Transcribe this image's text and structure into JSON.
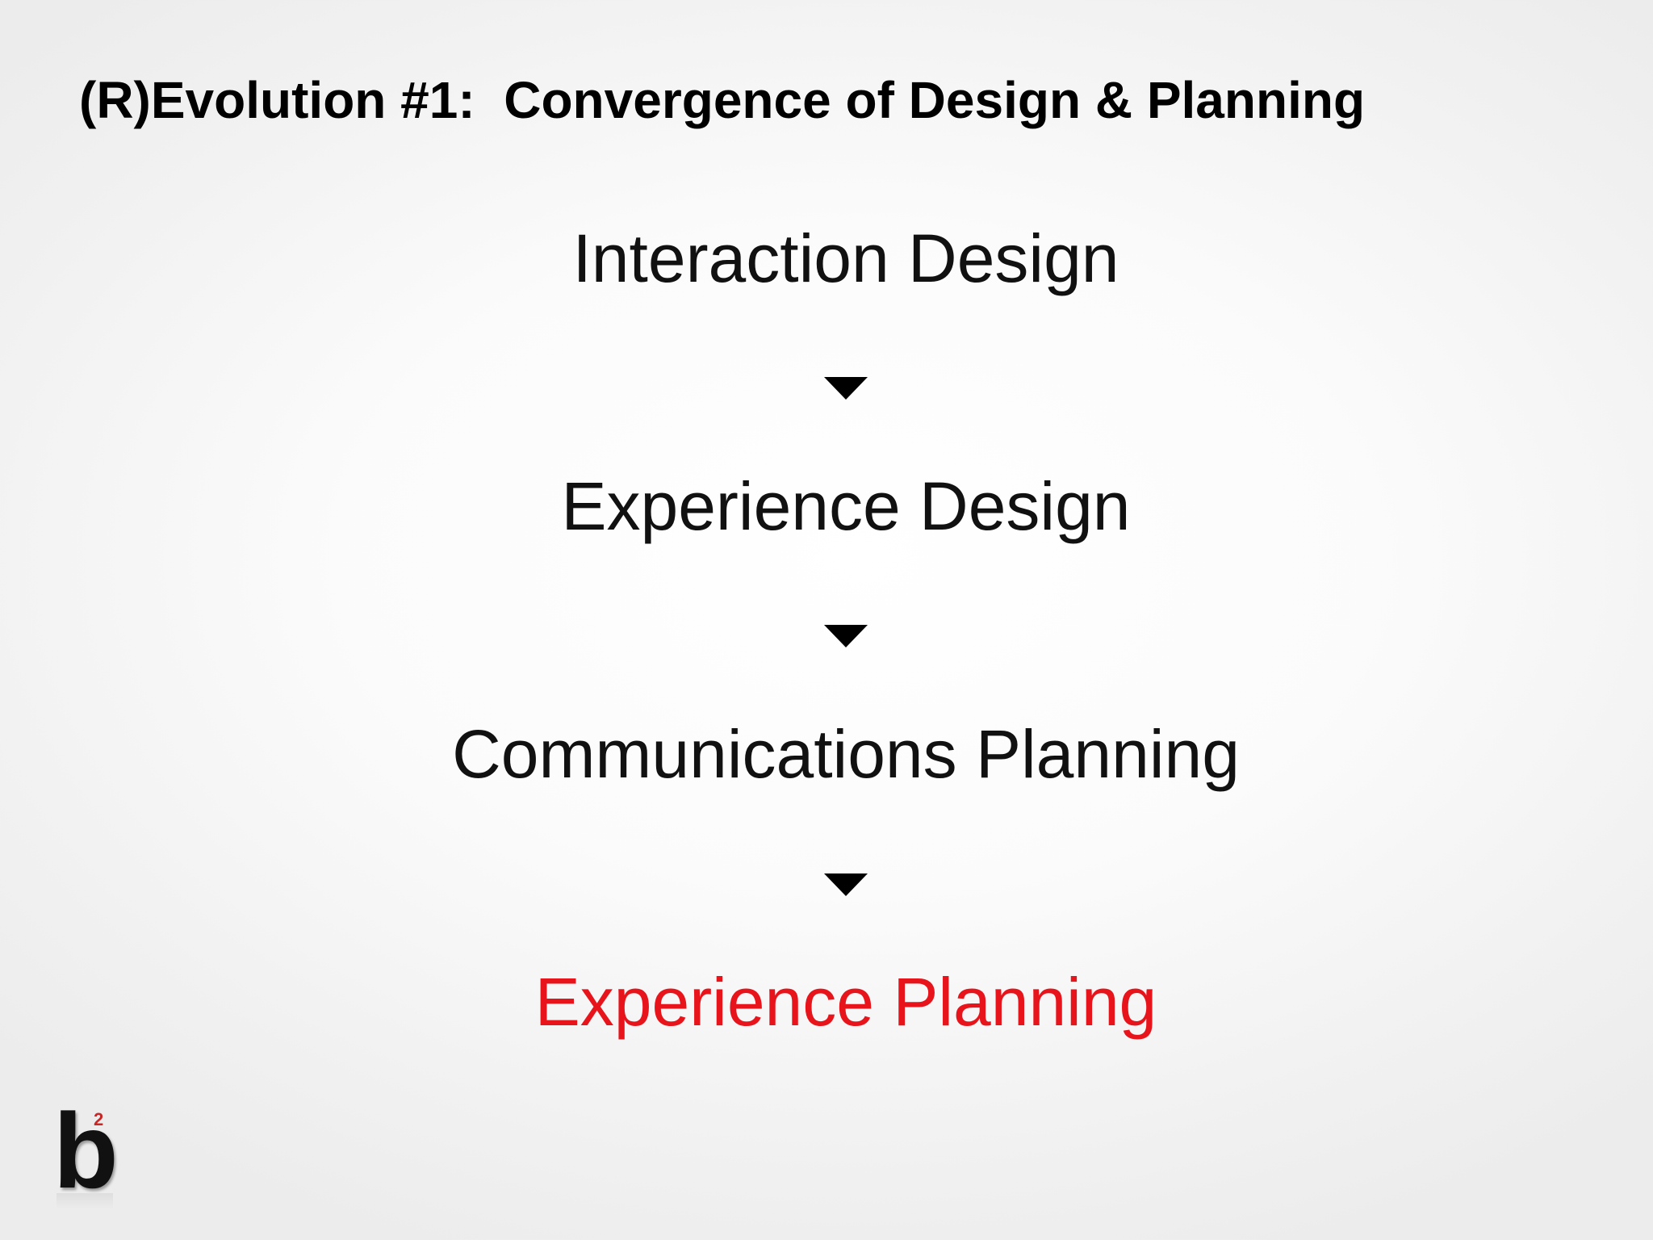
{
  "slide": {
    "title": "(R)Evolution #1:  Convergence of Design & Planning",
    "steps": [
      {
        "label": "Interaction Design",
        "color": "#111111"
      },
      {
        "label": "Experience Design",
        "color": "#111111"
      },
      {
        "label": "Communications Planning",
        "color": "#111111"
      },
      {
        "label": "Experience Planning",
        "color": "#e8141b"
      }
    ],
    "arrow_icon": "triangle-down-icon",
    "logo": {
      "letter": "b",
      "superscript": "2",
      "superscript_color": "#c62828"
    }
  }
}
